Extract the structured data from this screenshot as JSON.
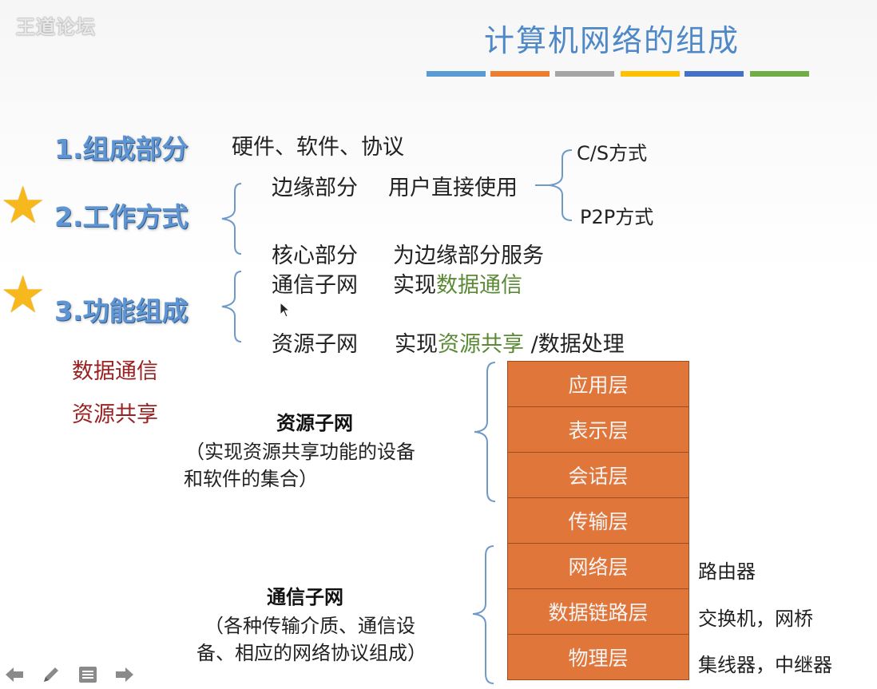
{
  "watermark": "王道论坛",
  "title": "计算机网络的组成",
  "stripe_colors": [
    "#5b9bd5",
    "#ed7d31",
    "#a5a5a5",
    "#ffc000",
    "#4472c4",
    "#70ad47"
  ],
  "section1": {
    "label": "1.组成部分",
    "desc": "硬件、软件、协议"
  },
  "section2": {
    "label": "2.工作方式",
    "edge": {
      "name": "边缘部分",
      "desc": "用户直接使用"
    },
    "modes": [
      "C/S方式",
      "P2P方式"
    ],
    "core": {
      "name": "核心部分",
      "desc": "为边缘部分服务"
    }
  },
  "section3": {
    "label": "3.功能组成",
    "comm": {
      "name": "通信子网",
      "prefix": "实现",
      "highlight": "数据通信"
    },
    "res": {
      "name": "资源子网",
      "prefix": "实现",
      "highlight": "资源共享",
      "suffix": "/数据处理"
    }
  },
  "notes": [
    "数据通信",
    "资源共享"
  ],
  "resource_subnet": {
    "title": "资源子网",
    "desc_line1": "（实现资源共享功能的设备",
    "desc_line2": "和软件的集合）"
  },
  "comm_subnet": {
    "title": "通信子网",
    "desc_line1": "（各种传输介质、通信设",
    "desc_line2": "备、相应的网络协议组成）"
  },
  "layers": [
    "应用层",
    "表示层",
    "会话层",
    "传输层",
    "网络层",
    "数据链路层",
    "物理层"
  ],
  "devices": {
    "network": "路由器",
    "datalink": "交换机，网桥",
    "physical": "集线器，中继器"
  },
  "colors": {
    "title": "#4f88c6",
    "section": "#5f95d2",
    "layer_fill": "#e1763a",
    "star": "#f6b81c",
    "highlight": "#5b8a37",
    "note": "#9a2222"
  },
  "toolbar": [
    "arrow-left-icon",
    "pen-icon",
    "menu-icon",
    "arrow-right-icon"
  ]
}
